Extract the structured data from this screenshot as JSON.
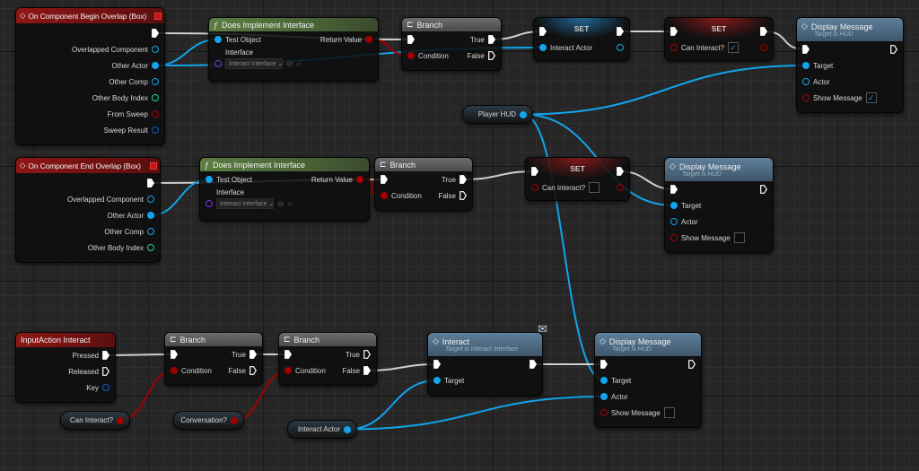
{
  "colors": {
    "exec": "#e6e6e6",
    "object": "#12a4ec",
    "bool": "#a30000",
    "struct": "#0c63c8",
    "int": "#1fd4a0",
    "interface": "#7a36d6"
  },
  "nodes": [
    {
      "id": "bo",
      "kind": "event",
      "title": "On Component Begin Overlap (Box)",
      "icon": "event-icon",
      "rows": [
        {
          "r": {
            "type": "exec",
            "linked": true
          }
        },
        {
          "r": {
            "label": "Overlapped Component",
            "type": "object"
          }
        },
        {
          "r": {
            "label": "Other Actor",
            "type": "object",
            "linked": true
          }
        },
        {
          "r": {
            "label": "Other Comp",
            "type": "object"
          }
        },
        {
          "r": {
            "label": "Other Body Index",
            "type": "int"
          }
        },
        {
          "r": {
            "label": "From Sweep",
            "type": "bool"
          }
        },
        {
          "r": {
            "label": "Sweep Result",
            "type": "struct"
          }
        }
      ]
    },
    {
      "id": "dii1",
      "kind": "function",
      "title": "Does Implement Interface",
      "icon": "function-icon",
      "rows": [
        {
          "l": {
            "label": "Test Object",
            "type": "object",
            "linked": true
          },
          "r": {
            "label": "Return Value",
            "type": "bool",
            "linked": true
          }
        },
        {
          "l": {
            "label": "Interface",
            "type": "interface",
            "dropdown": "Interact Interface"
          }
        }
      ]
    },
    {
      "id": "br1",
      "kind": "branch",
      "title": "Branch",
      "icon": "branch-icon",
      "rows": [
        {
          "l": {
            "type": "exec",
            "linked": true
          },
          "r": {
            "label": "True",
            "type": "exec",
            "linked": true
          }
        },
        {
          "l": {
            "label": "Condition",
            "type": "bool",
            "linked": true
          },
          "r": {
            "label": "False",
            "type": "exec"
          }
        }
      ]
    },
    {
      "id": "set1",
      "kind": "set",
      "color": "blue",
      "title": "SET",
      "rows": [
        {
          "l": {
            "type": "exec",
            "linked": true
          },
          "r": {
            "type": "exec",
            "linked": true
          }
        },
        {
          "l": {
            "label": "Interact Actor",
            "type": "object",
            "linked": true
          },
          "r": {
            "type": "object"
          }
        }
      ]
    },
    {
      "id": "set2",
      "kind": "set",
      "color": "red",
      "title": "SET",
      "rows": [
        {
          "l": {
            "type": "exec",
            "linked": true
          },
          "r": {
            "type": "exec",
            "linked": true
          }
        },
        {
          "l": {
            "label": "Can Interact?",
            "type": "bool",
            "check": true
          },
          "r": {
            "type": "bool"
          }
        }
      ]
    },
    {
      "id": "dm1",
      "kind": "message",
      "title": "Display Message",
      "subtitle": "Target is HUD",
      "icon": "function-call-icon",
      "rows": [
        {
          "l": {
            "type": "exec",
            "linked": true
          },
          "r": {
            "type": "exec"
          }
        },
        {
          "l": {
            "label": "Target",
            "type": "object",
            "linked": true
          }
        },
        {
          "l": {
            "label": "Actor",
            "type": "object"
          }
        },
        {
          "l": {
            "label": "Show Message",
            "type": "bool",
            "check": true
          }
        }
      ]
    },
    {
      "id": "hud",
      "kind": "getter",
      "rows": [
        {
          "r": {
            "label": "Player HUD",
            "type": "object",
            "linked": true
          }
        }
      ]
    },
    {
      "id": "eo",
      "kind": "event",
      "title": "On Component End Overlap (Box)",
      "icon": "event-icon",
      "rows": [
        {
          "r": {
            "type": "exec",
            "linked": true
          }
        },
        {
          "r": {
            "label": "Overlapped Component",
            "type": "object"
          }
        },
        {
          "r": {
            "label": "Other Actor",
            "type": "object",
            "linked": true
          }
        },
        {
          "r": {
            "label": "Other Comp",
            "type": "object"
          }
        },
        {
          "r": {
            "label": "Other Body Index",
            "type": "int"
          }
        }
      ]
    },
    {
      "id": "dii2",
      "kind": "function",
      "title": "Does Implement Interface",
      "icon": "function-icon",
      "rows": [
        {
          "l": {
            "label": "Test Object",
            "type": "object",
            "linked": true
          },
          "r": {
            "label": "Return Value",
            "type": "bool",
            "linked": true
          }
        },
        {
          "l": {
            "label": "Interface",
            "type": "interface",
            "dropdown": "Interact Interface"
          }
        }
      ]
    },
    {
      "id": "br2",
      "kind": "branch",
      "title": "Branch",
      "icon": "branch-icon",
      "rows": [
        {
          "l": {
            "type": "exec",
            "linked": true
          },
          "r": {
            "label": "True",
            "type": "exec",
            "linked": true
          }
        },
        {
          "l": {
            "label": "Condition",
            "type": "bool",
            "linked": true
          },
          "r": {
            "label": "False",
            "type": "exec"
          }
        }
      ]
    },
    {
      "id": "set3",
      "kind": "set",
      "color": "red",
      "title": "SET",
      "rows": [
        {
          "l": {
            "type": "exec",
            "linked": true
          },
          "r": {
            "type": "exec",
            "linked": true
          }
        },
        {
          "l": {
            "label": "Can Interact?",
            "type": "bool",
            "check": false
          },
          "r": {
            "type": "bool"
          }
        }
      ]
    },
    {
      "id": "dm2",
      "kind": "message",
      "title": "Display Message",
      "subtitle": "Target is HUD",
      "icon": "function-call-icon",
      "rows": [
        {
          "l": {
            "type": "exec",
            "linked": true
          },
          "r": {
            "type": "exec"
          }
        },
        {
          "l": {
            "label": "Target",
            "type": "object",
            "linked": true
          }
        },
        {
          "l": {
            "label": "Actor",
            "type": "object"
          }
        },
        {
          "l": {
            "label": "Show Message",
            "type": "bool",
            "check": false
          }
        }
      ]
    },
    {
      "id": "ia",
      "kind": "input",
      "title": "InputAction Interact",
      "icon": "input-event-icon",
      "rows": [
        {
          "r": {
            "label": "Pressed",
            "type": "exec",
            "linked": true
          }
        },
        {
          "r": {
            "label": "Released",
            "type": "exec"
          }
        },
        {
          "r": {
            "label": "Key",
            "type": "struct"
          }
        }
      ]
    },
    {
      "id": "br3",
      "kind": "branch",
      "title": "Branch",
      "icon": "branch-icon",
      "rows": [
        {
          "l": {
            "type": "exec",
            "linked": true
          },
          "r": {
            "label": "True",
            "type": "exec",
            "linked": true
          }
        },
        {
          "l": {
            "label": "Condition",
            "type": "bool",
            "linked": true
          },
          "r": {
            "label": "False",
            "type": "exec"
          }
        }
      ]
    },
    {
      "id": "br4",
      "kind": "branch",
      "title": "Branch",
      "icon": "branch-icon",
      "rows": [
        {
          "l": {
            "type": "exec",
            "linked": true
          },
          "r": {
            "label": "True",
            "type": "exec"
          }
        },
        {
          "l": {
            "label": "Condition",
            "type": "bool",
            "linked": true
          },
          "r": {
            "label": "False",
            "type": "exec",
            "linked": true
          }
        }
      ]
    },
    {
      "id": "int",
      "kind": "interact",
      "title": "Interact",
      "subtitle": "Target is Interact Interface",
      "icon": "function-call-icon",
      "rows": [
        {
          "l": {
            "type": "exec",
            "linked": true
          },
          "r": {
            "type": "exec",
            "linked": true
          }
        },
        {
          "l": {
            "label": "Target",
            "type": "object",
            "linked": true
          }
        }
      ]
    },
    {
      "id": "dm3",
      "kind": "message",
      "title": "Display Message",
      "subtitle": "Target is HUD",
      "icon": "function-call-icon",
      "rows": [
        {
          "l": {
            "type": "exec",
            "linked": true
          },
          "r": {
            "type": "exec"
          }
        },
        {
          "l": {
            "label": "Target",
            "type": "object",
            "linked": true
          }
        },
        {
          "l": {
            "label": "Actor",
            "type": "object",
            "linked": true
          }
        },
        {
          "l": {
            "label": "Show Message",
            "type": "bool",
            "check": false
          }
        }
      ]
    },
    {
      "id": "gci",
      "kind": "getter",
      "rows": [
        {
          "r": {
            "label": "Can Interact?",
            "type": "bool",
            "linked": true
          }
        }
      ]
    },
    {
      "id": "gconv",
      "kind": "getter",
      "rows": [
        {
          "r": {
            "label": "Conversation?",
            "type": "bool",
            "linked": true
          }
        }
      ]
    },
    {
      "id": "gia",
      "kind": "getter",
      "rows": [
        {
          "r": {
            "label": "Interact Actor",
            "type": "object",
            "linked": true
          }
        }
      ]
    }
  ]
}
